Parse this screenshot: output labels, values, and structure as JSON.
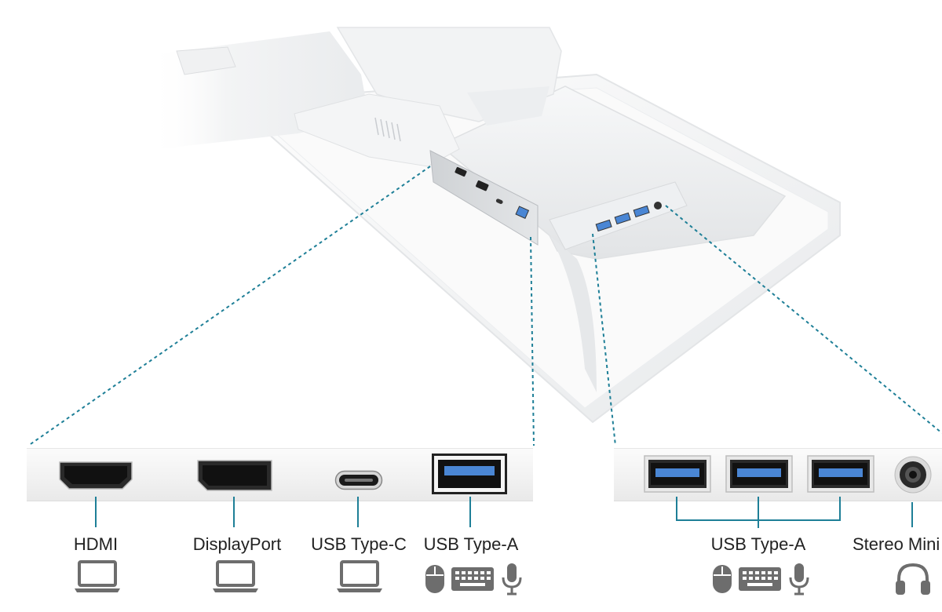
{
  "ports_left": [
    {
      "id": "hdmi",
      "label": "HDMI",
      "device_icon": "laptop-icon"
    },
    {
      "id": "displayport",
      "label": "DisplayPort",
      "device_icon": "laptop-icon"
    },
    {
      "id": "usb-c",
      "label": "USB Type-C",
      "device_icon": "laptop-icon"
    },
    {
      "id": "usb-a-upstream",
      "label": "USB Type-A",
      "device_icons": [
        "mouse-icon",
        "keyboard-icon",
        "microphone-icon"
      ]
    }
  ],
  "ports_right": [
    {
      "id": "usb-a-hub",
      "label": "USB Type-A",
      "count": 3,
      "device_icons": [
        "mouse-icon",
        "keyboard-icon",
        "microphone-icon"
      ]
    },
    {
      "id": "audio",
      "label": "Stereo Mini J",
      "device_icon": "headphones-icon"
    }
  ],
  "colors": {
    "leader_line": "#1e7f97",
    "usb_blue": "#4a86d4",
    "icon_gray": "#6d6d6d",
    "monitor_white": "#f4f5f6"
  }
}
